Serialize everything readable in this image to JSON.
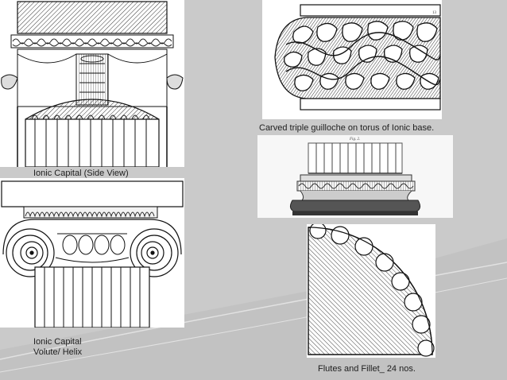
{
  "slide": {
    "background_color": "#c9c9c9",
    "images": [
      {
        "name": "ionic-capital-side-view"
      },
      {
        "name": "ionic-capital-volute"
      },
      {
        "name": "guilloche-torus"
      },
      {
        "name": "ionic-base"
      },
      {
        "name": "flutes-and-fillet"
      }
    ],
    "captions": {
      "side_view": "Ionic Capital (Side View)",
      "volute_line1": "Ionic Capital",
      "volute_line2": "Volute/ Helix",
      "guilloche": "Carved triple guilloche on torus of Ionic base.",
      "flutes": "Flutes and Fillet_ 24 nos."
    },
    "plate_marks": {
      "guilloche_number": "13",
      "base_fig": "Fig. 2."
    }
  }
}
